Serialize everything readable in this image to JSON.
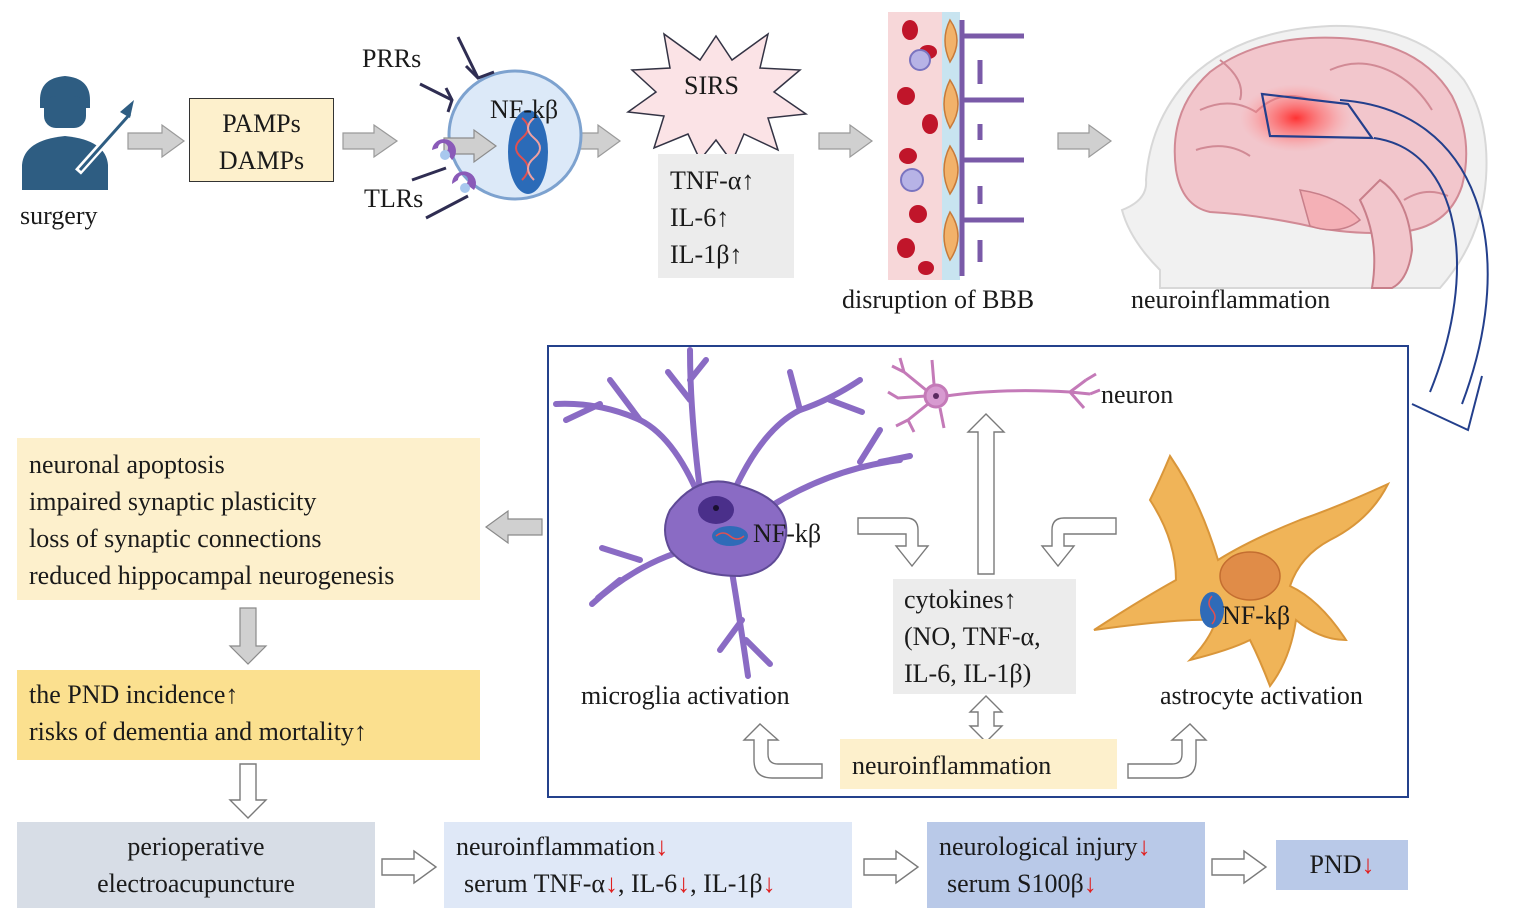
{
  "top": {
    "surgery": "surgery",
    "pamps": "PAMPs",
    "damps": "DAMPs",
    "prrs": "PRRs",
    "tlrs": "TLRs",
    "nfkb_cell": "NF-kβ",
    "sirs": "SIRS",
    "cytokines": [
      "TNF-α↑",
      "IL-6↑",
      "IL-1β↑"
    ],
    "bbb": "disruption of BBB",
    "neuroinflammation": "neuroinflammation"
  },
  "mechanism": {
    "neuron": "neuron",
    "microglia_nfkb": "NF-kβ",
    "astro_nfkb": "NF-kβ",
    "cytokines": [
      "cytokines↑",
      "(NO, TNF-α,",
      "IL-6, IL-1β)"
    ],
    "microglia": "microglia activation",
    "astrocyte": "astrocyte activation",
    "neuroinflammation": "neuroinflammation"
  },
  "effects": [
    "neuronal apoptosis",
    "impaired synaptic plasticity",
    "loss of synaptic connections",
    "reduced hippocampal neurogenesis"
  ],
  "outcomes": [
    "the PND incidence↑",
    "risks of dementia and mortality↑"
  ],
  "bottom": {
    "eacup": [
      "perioperative",
      "electroacupuncture"
    ],
    "neuro_line1": "neuroinflammation",
    "neuro_line2_a": "serum TNF-α",
    "neuro_line2_b": ", IL-6",
    "neuro_line2_c": ", IL-1β",
    "injury_line1": "neurological injury",
    "injury_line2": "serum S100β",
    "pnd": "PND",
    "down": "↓",
    "comma": ","
  },
  "colors": {
    "arrow_gray": "#cfcfcf",
    "pale_yellow": "#fdf0cc",
    "gold_yellow": "#fbe08f",
    "gray_box": "#ececec",
    "frame_blue": "#24418c",
    "down_red": "#e02020",
    "microglia": "#8a6bc4",
    "astrocyte": "#f0b458",
    "neuron": "#c47ab8"
  }
}
